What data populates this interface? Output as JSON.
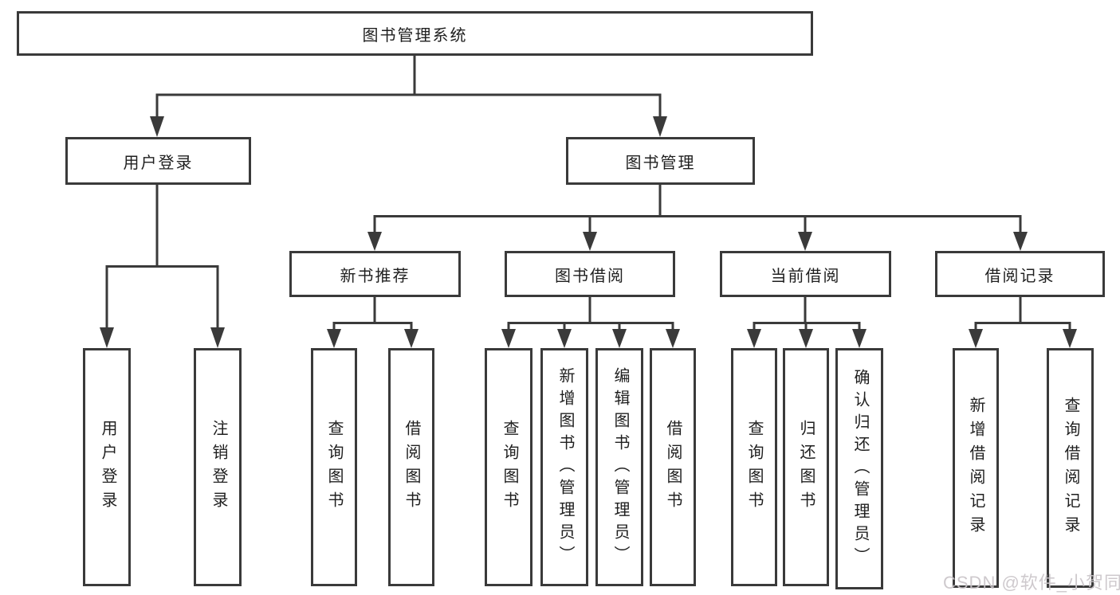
{
  "tree": {
    "label": "图书管理系统",
    "children": [
      {
        "label": "用户登录",
        "children": [
          {
            "label": "用户登录"
          },
          {
            "label": "注销登录"
          }
        ]
      },
      {
        "label": "图书管理",
        "children": [
          {
            "label": "新书推荐",
            "children": [
              {
                "label": "查询图书"
              },
              {
                "label": "借阅图书"
              }
            ]
          },
          {
            "label": "图书借阅",
            "children": [
              {
                "label": "查询图书"
              },
              {
                "label": "新增图书（管理员）"
              },
              {
                "label": "编辑图书（管理员）"
              },
              {
                "label": "借阅图书"
              }
            ]
          },
          {
            "label": "当前借阅",
            "children": [
              {
                "label": "查询图书"
              },
              {
                "label": "归还图书"
              },
              {
                "label": "确认归还（管理员）"
              }
            ]
          },
          {
            "label": "借阅记录",
            "children": [
              {
                "label": "新增借阅记录"
              },
              {
                "label": "查询借阅记录"
              }
            ]
          }
        ]
      }
    ]
  },
  "watermark": {
    "text": "CSDN @软件_小贺同学"
  },
  "colors": {
    "line": "#3a3a3a",
    "text": "#1f1f1f",
    "watermark": "#c9c4c8",
    "bg": "#ffffff"
  }
}
